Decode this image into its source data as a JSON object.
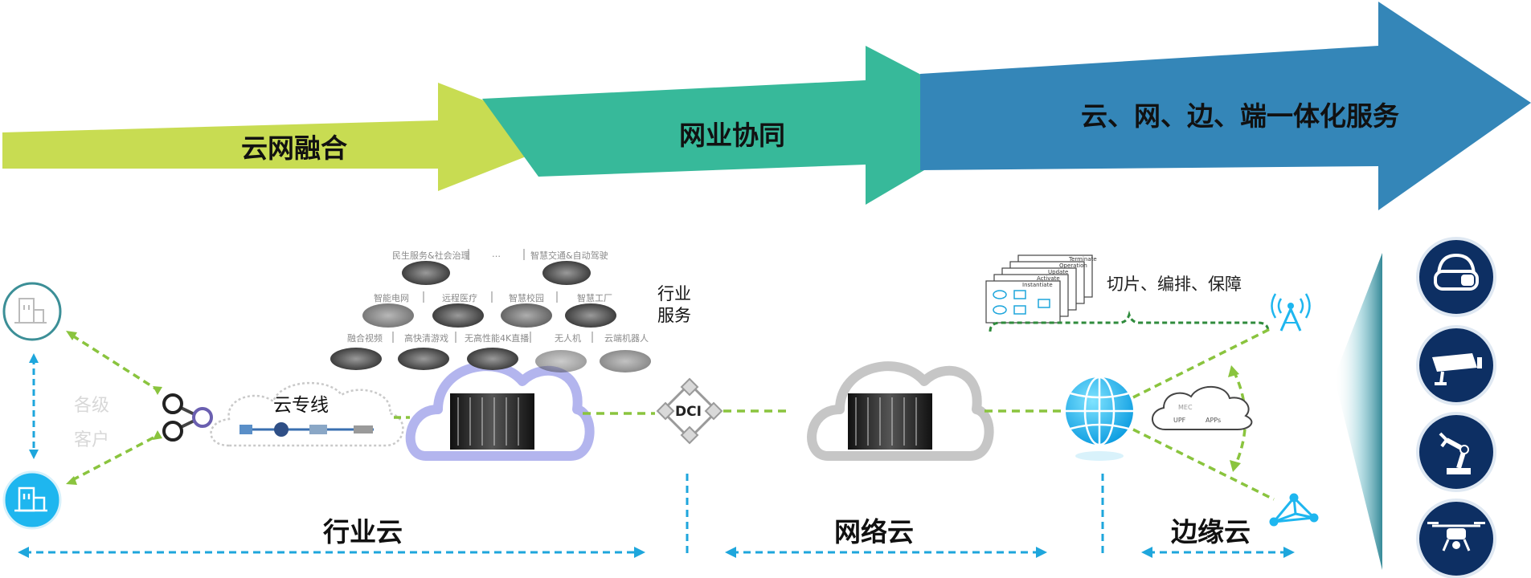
{
  "stages": [
    {
      "label": "云网融合",
      "color": "#c8dc52"
    },
    {
      "label": "网业协同",
      "color": "#37b99a"
    },
    {
      "label": "云、网、边、端一体化服务",
      "color": "#3486b8"
    }
  ],
  "customers": {
    "label_line1": "各级",
    "label_line2": "客户"
  },
  "dedicated_line": {
    "label": "云专线"
  },
  "industry_services": {
    "title_line1": "行业",
    "title_line2": "服务",
    "row1": [
      "民生服务&社会治理",
      "…",
      "智慧交通&自动驾驶"
    ],
    "row2": [
      "智能电网",
      "远程医疗",
      "智慧校园",
      "智慧工厂"
    ],
    "row3": [
      "融合视频",
      "高快清游戏",
      "无高性能4K直播",
      "无人机",
      "云端机器人"
    ]
  },
  "dci": {
    "label": "DCI"
  },
  "slicing": {
    "label": "切片、编排、保障",
    "cards": [
      "Terminate",
      "Operation",
      "Update",
      "Activate",
      "Instantiate"
    ]
  },
  "mec": {
    "labels": [
      "MEC",
      "UPF",
      "APPs"
    ]
  },
  "zones": [
    {
      "label": "行业云"
    },
    {
      "label": "网络云"
    },
    {
      "label": "边缘云"
    }
  ],
  "colors": {
    "dash_green": "#8ac43e",
    "dash_blue": "#1ea6dc",
    "dark_green": "#2f8b3c",
    "device_navy": "#0d2f63",
    "globe_blue": "#1eb6ef"
  },
  "devices": [
    "vr-headset-icon",
    "surveillance-camera-icon",
    "robot-arm-icon",
    "drone-icon"
  ]
}
